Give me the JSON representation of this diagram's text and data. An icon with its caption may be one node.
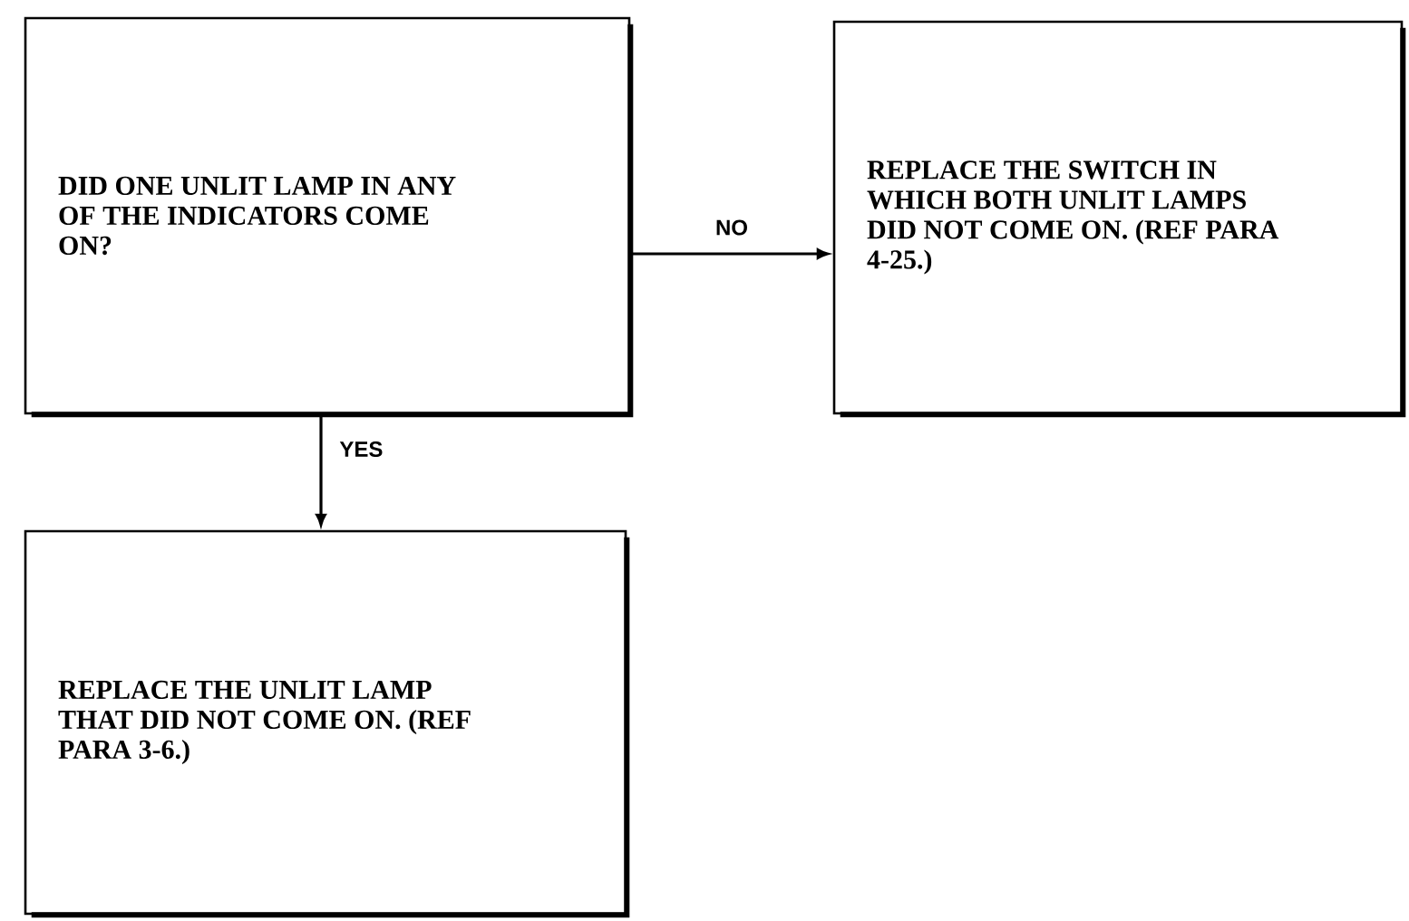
{
  "diagram": {
    "nodes": [
      {
        "text": [
          "DID ONE UNLIT LAMP IN ANY OF THE INDICATORS COME ON?"
        ]
      },
      {
        "text": [
          "REPLACE THE SWITCH IN WHICH BOTH UNLIT LAMPS DID NOT COME ON. (REF PARA 4-25.)"
        ]
      },
      {
        "text": [
          "REPLACE THE UNLIT LAMP THAT DID NOT COME ON. (REF PARA 3-6.)"
        ]
      }
    ],
    "edges": [
      {
        "from": 0,
        "to": 1,
        "arrow": "to",
        "label": "NO"
      },
      {
        "from": 0,
        "to": 2,
        "arrow": "to",
        "label": "YES"
      }
    ]
  }
}
